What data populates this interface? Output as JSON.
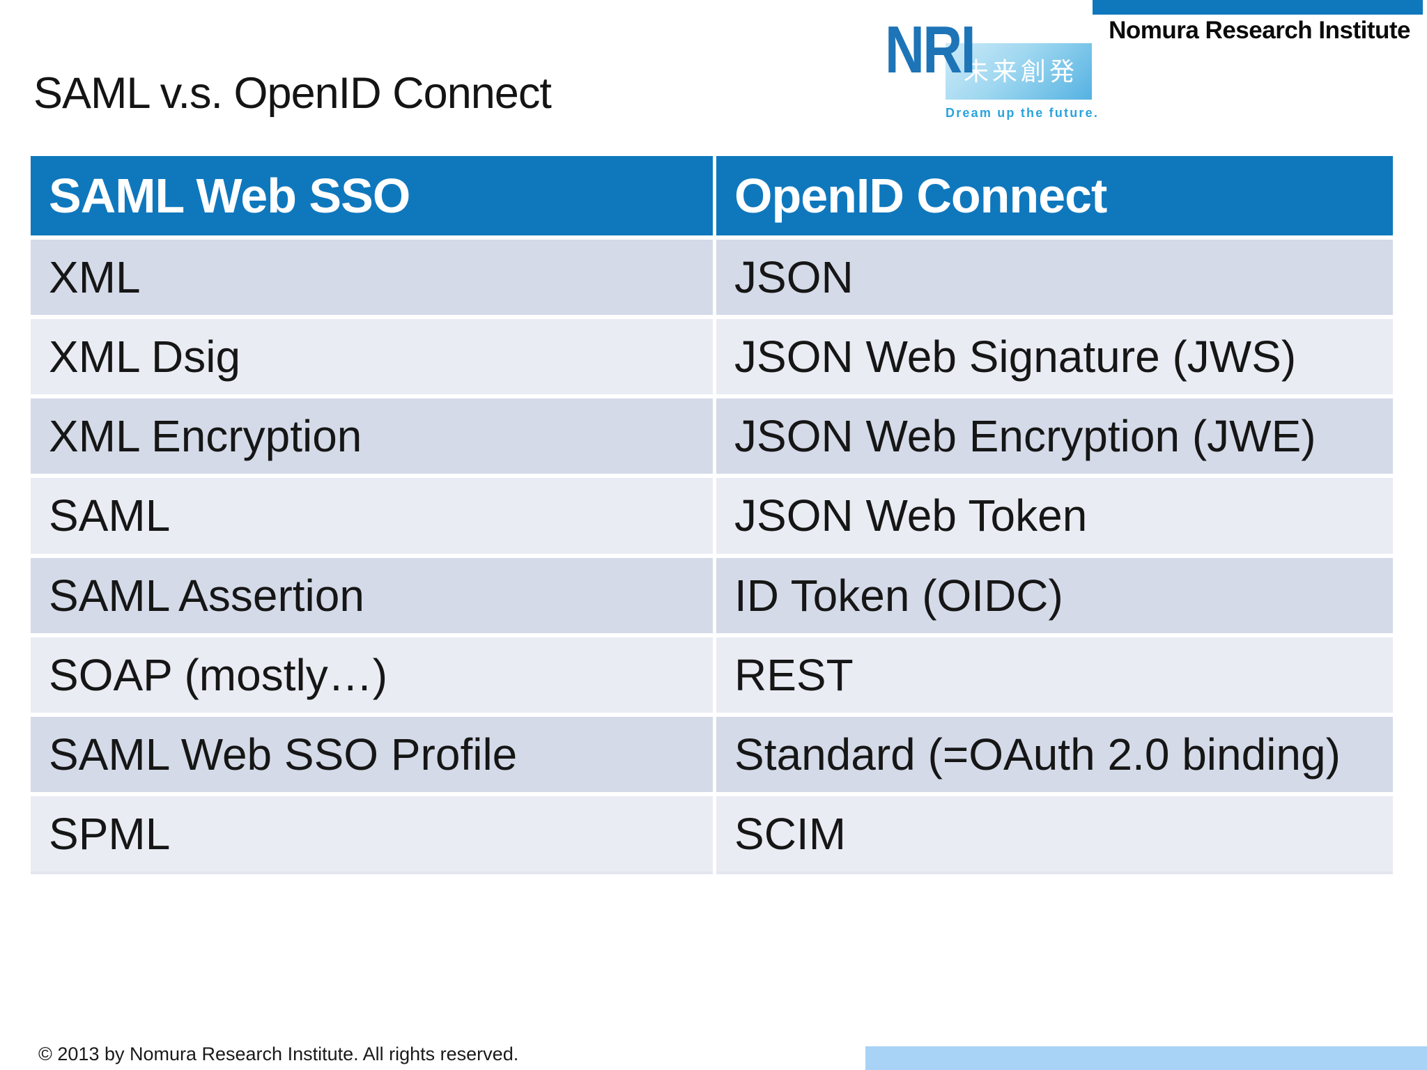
{
  "branding": {
    "logo_text": "NRI",
    "logo_tagline_jp": "未来創発",
    "logo_tagline_en": "Dream up the future.",
    "company_name": "Nomura Research Institute"
  },
  "slide": {
    "title": "SAML v.s. OpenID Connect",
    "footer": "© 2013 by Nomura Research Institute. All rights reserved."
  },
  "table": {
    "headers": [
      "SAML Web SSO",
      "OpenID Connect"
    ],
    "rows": [
      {
        "left": "XML",
        "right": "JSON"
      },
      {
        "left": "XML Dsig",
        "right": "JSON Web Signature (JWS)"
      },
      {
        "left": "XML Encryption",
        "right": "JSON Web Encryption (JWE)"
      },
      {
        "left": "SAML",
        "right": "JSON Web Token"
      },
      {
        "left": "SAML Assertion",
        "right": "ID Token (OIDC)"
      },
      {
        "left": "SOAP (mostly…)",
        "right": "REST"
      },
      {
        "left": "SAML Web SSO Profile",
        "right": "Standard (=OAuth 2.0 binding)"
      },
      {
        "left": "SPML",
        "right": "SCIM"
      }
    ]
  },
  "colors": {
    "accent_blue": "#0f78bd",
    "row_dark": "#d4dae8",
    "row_light": "#eaecf4",
    "bottom_bar_blue": "#a8d2f6",
    "tagline_blue": "#2aa3dc",
    "logo_blue": "#1d74b6"
  }
}
